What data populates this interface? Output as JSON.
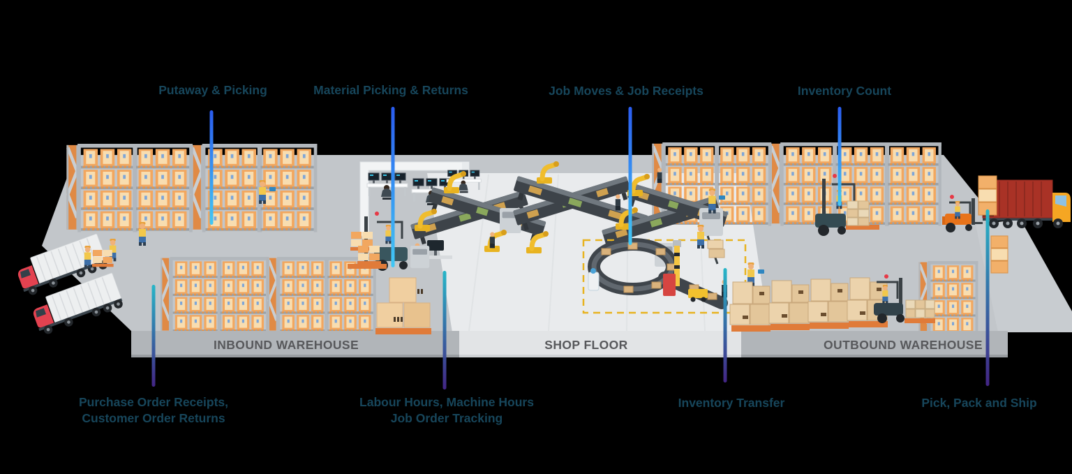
{
  "labels": {
    "top": [
      {
        "text": "Putaway & Picking"
      },
      {
        "text": "Material Picking & Returns"
      },
      {
        "text": "Job Moves & Job Receipts"
      },
      {
        "text": "Inventory Count"
      }
    ],
    "bottom": [
      {
        "line1": "Purchase Order Receipts,",
        "line2": "Customer Order Returns"
      },
      {
        "line1": "Labour Hours, Machine Hours",
        "line2": "Job Order Tracking"
      },
      {
        "line1": "Inventory Transfer",
        "line2": ""
      },
      {
        "line1": "Pick, Pack and Ship",
        "line2": ""
      }
    ]
  },
  "sections": {
    "inbound": "INBOUND WAREHOUSE",
    "shopfloor": "SHOP FLOOR",
    "outbound": "OUTBOUND WAREHOUSE"
  },
  "colors": {
    "label_text": "#17465b",
    "section_text": "#57585b",
    "top_connector": [
      "#2a5cf0",
      "#41c8f5"
    ],
    "bottom_connector": [
      "#27b6c8",
      "#432585"
    ],
    "floor_gray": "#c2c6ca",
    "shopfloor_light": "#e9ebed",
    "box_orange": "#f2a75f",
    "pallet_orange": "#e07b39",
    "truck_red": "#e34250",
    "outbound_truck_cab": "#f5a623",
    "outbound_container": "#a93226"
  }
}
